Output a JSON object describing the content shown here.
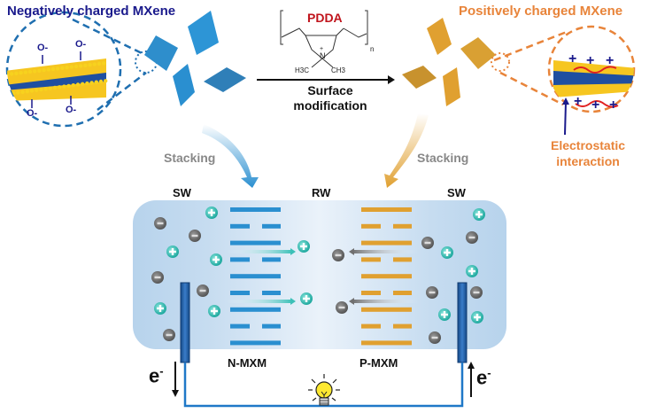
{
  "figure": {
    "negative_title": "Negatively charged MXene",
    "positive_title": "Positively charged MXene",
    "polymer_name": "PDDA",
    "polymer_subscript": "n",
    "polymer_groups": [
      "H3C",
      "CH3",
      "N",
      "+"
    ],
    "process_label_line1": "Surface",
    "process_label_line2": "modification",
    "stacking_left": "Stacking",
    "stacking_right": "Stacking",
    "interaction_line1": "Electrostatic",
    "interaction_line2": "interaction",
    "surface_group_label": "O-",
    "positive_charge_symbol": "+",
    "regions": {
      "left": "SW",
      "middle": "RW",
      "right": "SW"
    },
    "membranes": {
      "negative": "N-MXM",
      "positive": "P-MXM"
    },
    "electron_label": "e",
    "electron_superscript": "-",
    "icons": {
      "bulb": "light-bulb-icon",
      "cation": "cation-plus-icon",
      "anion": "anion-minus-icon"
    },
    "colors": {
      "negative_blue": "#2a8fd0",
      "positive_gold": "#e0a030",
      "title_navy": "#1a1a8c",
      "accent_orange": "#e8843a",
      "pdda_red": "#c0141c",
      "electrode": "#1f5fa8",
      "cation": "#3cc0b8",
      "anion": "#707070"
    }
  }
}
